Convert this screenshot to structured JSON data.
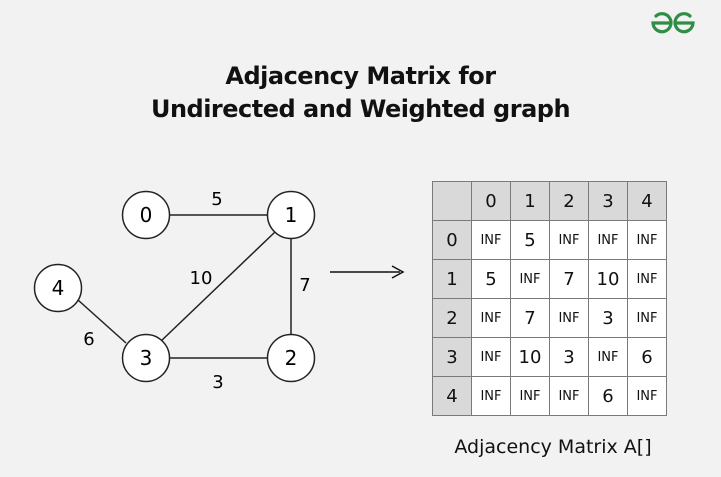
{
  "brand": {
    "logo_icon": "geeksforgeeks-logo-icon",
    "color": "#2f8d46"
  },
  "title": {
    "line1": "Adjacency Matrix for",
    "line2": "Undirected and Weighted graph"
  },
  "graph": {
    "nodes": [
      "0",
      "1",
      "2",
      "3",
      "4"
    ],
    "edges": [
      {
        "from": "0",
        "to": "1",
        "weight": "5"
      },
      {
        "from": "1",
        "to": "3",
        "weight": "10"
      },
      {
        "from": "1",
        "to": "2",
        "weight": "7"
      },
      {
        "from": "3",
        "to": "2",
        "weight": "3"
      },
      {
        "from": "4",
        "to": "3",
        "weight": "6"
      }
    ],
    "arrow_icon": "right-arrow-icon"
  },
  "matrix": {
    "headers": [
      "0",
      "1",
      "2",
      "3",
      "4"
    ],
    "rows": [
      {
        "label": "0",
        "cells": [
          "INF",
          "5",
          "INF",
          "INF",
          "INF"
        ]
      },
      {
        "label": "1",
        "cells": [
          "5",
          "INF",
          "7",
          "10",
          "INF"
        ]
      },
      {
        "label": "2",
        "cells": [
          "INF",
          "7",
          "INF",
          "3",
          "INF"
        ]
      },
      {
        "label": "3",
        "cells": [
          "INF",
          "10",
          "3",
          "INF",
          "6"
        ]
      },
      {
        "label": "4",
        "cells": [
          "INF",
          "INF",
          "INF",
          "6",
          "INF"
        ]
      }
    ],
    "caption": "Adjacency Matrix A[]",
    "header_color": "#d9d9d9"
  }
}
